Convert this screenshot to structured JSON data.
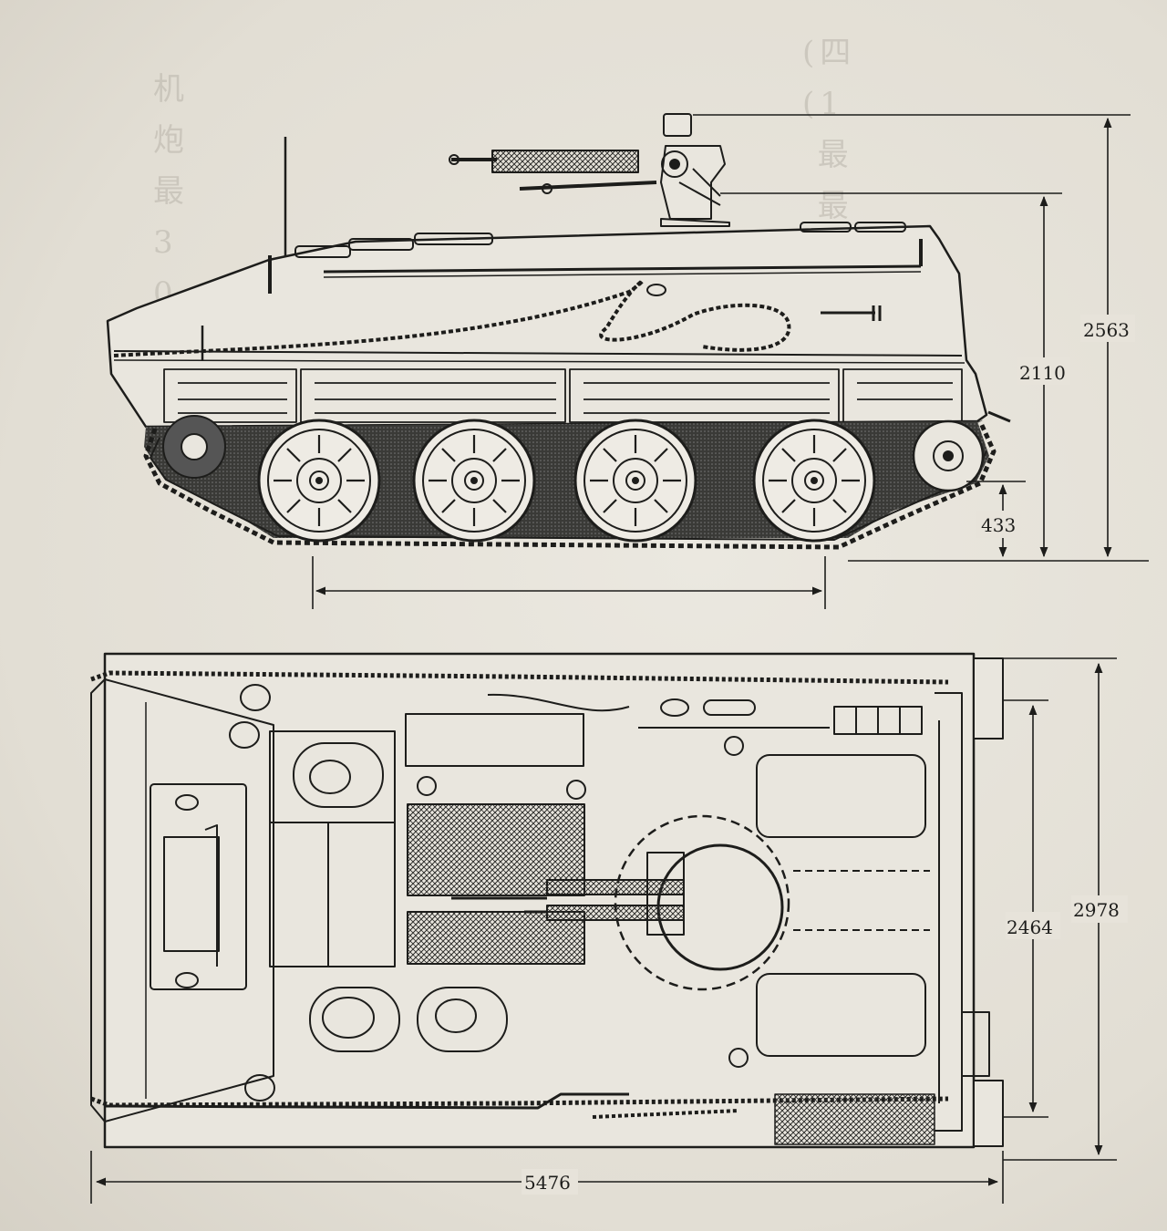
{
  "dimensions": {
    "overall_height": "2563",
    "hull_height": "2110",
    "ground_clearance": "433",
    "track_contact_length": "",
    "overall_width": "2978",
    "track_width": "2464",
    "overall_length": "5476"
  },
  "colors": {
    "paper": "#e7e3da",
    "ink": "#1d1d1b",
    "bleed_through": "#b9b4aa"
  }
}
